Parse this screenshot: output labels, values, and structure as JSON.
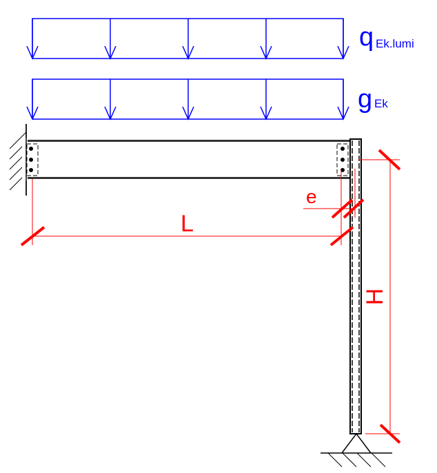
{
  "loads": {
    "live": {
      "symbol": "q",
      "subscript": "Ek.lumi"
    },
    "dead": {
      "symbol": "g",
      "subscript": "Ek"
    }
  },
  "dimensions": {
    "span": "L",
    "eccentricity": "e",
    "height": "H"
  },
  "colors": {
    "load": "#0000ff",
    "dimension": "#ff0000",
    "structure": "#000000"
  }
}
